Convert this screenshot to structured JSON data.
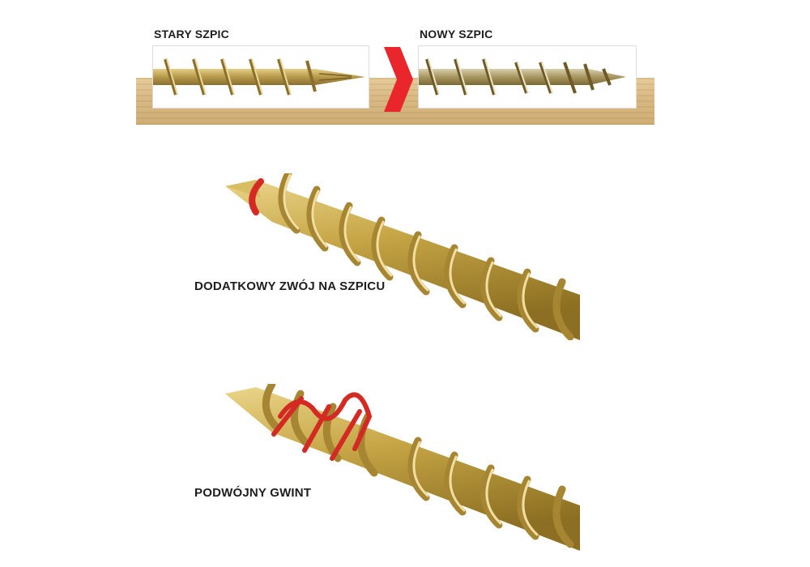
{
  "comparison": {
    "old": {
      "title": "STARY SZPIC"
    },
    "new": {
      "title": "NOWY SZPIC"
    },
    "arrow_color": "#e8262b",
    "screw_color": "#c9a94e"
  },
  "features": [
    {
      "label": "DODATKOWY ZWÓJ NA SZPICU",
      "image": "screw-extra-thread-on-tip",
      "highlight_color": "#d42a24"
    },
    {
      "label": "PODWÓJNY GWINT",
      "image": "screw-double-thread",
      "highlight_color": "#d42a24"
    }
  ]
}
